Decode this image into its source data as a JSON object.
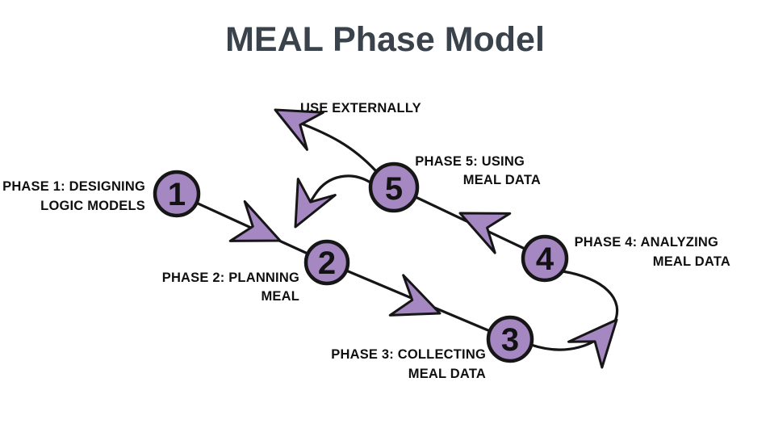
{
  "page": {
    "title": "MEAL Phase Model"
  },
  "colors": {
    "background": "#ffffff",
    "title_text": "#3a434c",
    "label_text": "#101010",
    "node_fill": "#a587c2",
    "arrow_fill": "#a587c2",
    "stroke": "#161616"
  },
  "diagram": {
    "type": "cycle-flow",
    "external_arrow_label": "USE EXTERNALLY",
    "phases": [
      {
        "number": "1",
        "label_line1": "PHASE 1: DESIGNING",
        "label_line2": "LOGIC MODELS"
      },
      {
        "number": "2",
        "label_line1": "PHASE 2: PLANNING",
        "label_line2": "MEAL"
      },
      {
        "number": "3",
        "label_line1": "PHASE 3: COLLECTING",
        "label_line2": "MEAL DATA"
      },
      {
        "number": "4",
        "label_line1": "PHASE 4: ANALYZING",
        "label_line2": "MEAL DATA"
      },
      {
        "number": "5",
        "label_line1": "PHASE 5: USING",
        "label_line2": "MEAL DATA"
      }
    ],
    "connections": [
      {
        "from": "1",
        "to": "2"
      },
      {
        "from": "2",
        "to": "3"
      },
      {
        "from": "3",
        "to": "4"
      },
      {
        "from": "4",
        "to": "5"
      },
      {
        "from": "5",
        "to": "use-externally"
      },
      {
        "from": "5",
        "to": "internal-loop"
      }
    ]
  }
}
